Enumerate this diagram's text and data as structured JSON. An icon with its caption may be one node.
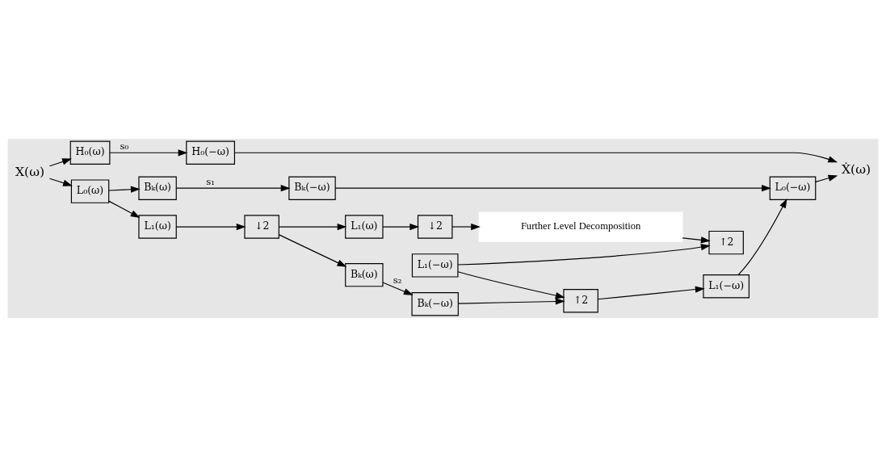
{
  "diagram": {
    "nodes": [
      {
        "text": [
          "X(ω)"
        ]
      },
      {
        "text": [
          "H₀(ω)"
        ]
      },
      {
        "text": [
          "L₀(ω)"
        ]
      },
      {
        "text": [
          "Bₖ(ω)"
        ]
      },
      {
        "text": [
          "L₁(ω)"
        ]
      },
      {
        "text": [
          "↓2"
        ]
      },
      {
        "text": [
          "Bₖ(ω)"
        ]
      },
      {
        "text": [
          "L₁(ω)"
        ]
      },
      {
        "text": [
          "↓2"
        ]
      },
      {
        "text": [
          "Further Level Decomposition"
        ]
      },
      {
        "text": [
          "↑2"
        ]
      },
      {
        "text": [
          "L₁(−ω)"
        ]
      },
      {
        "text": [
          "Bₖ(−ω)"
        ]
      },
      {
        "text": [
          "↑2"
        ]
      },
      {
        "text": [
          "L₁(−ω)"
        ]
      },
      {
        "text": [
          "Bₖ(−ω)"
        ]
      },
      {
        "text": [
          "L₀(−ω)"
        ]
      },
      {
        "text": [
          "H₀(−ω)"
        ]
      },
      {
        "text": [
          "Ẋ(ω)"
        ]
      }
    ],
    "edges": [
      {
        "from": 0,
        "to": 1,
        "arrow": "to"
      },
      {
        "from": 0,
        "to": 2,
        "arrow": "to"
      },
      {
        "from": 1,
        "to": 17,
        "arrow": "to",
        "label": "s₀"
      },
      {
        "from": 2,
        "to": 3,
        "arrow": "to"
      },
      {
        "from": 2,
        "to": 4,
        "arrow": "to"
      },
      {
        "from": 3,
        "to": 15,
        "arrow": "to",
        "label": "s₁"
      },
      {
        "from": 4,
        "to": 5,
        "arrow": "to"
      },
      {
        "from": 5,
        "to": 6,
        "arrow": "to"
      },
      {
        "from": 5,
        "to": 7,
        "arrow": "to"
      },
      {
        "from": 6,
        "to": 12,
        "arrow": "to",
        "label": "s₂"
      },
      {
        "from": 7,
        "to": 8,
        "arrow": "to"
      },
      {
        "from": 8,
        "to": 9,
        "arrow": "to"
      },
      {
        "from": 9,
        "to": 10,
        "arrow": "to"
      },
      {
        "from": 11,
        "to": 10,
        "arrow": "to"
      },
      {
        "from": 12,
        "to": 13,
        "arrow": "to"
      },
      {
        "from": 11,
        "to": 13,
        "arrow": "to"
      },
      {
        "from": 13,
        "to": 14,
        "arrow": "to"
      },
      {
        "from": 14,
        "to": 16,
        "arrow": "to"
      },
      {
        "from": 15,
        "to": 16,
        "arrow": "to"
      },
      {
        "from": 16,
        "to": 18,
        "arrow": "to"
      },
      {
        "from": 17,
        "to": 18,
        "arrow": "to"
      }
    ]
  }
}
